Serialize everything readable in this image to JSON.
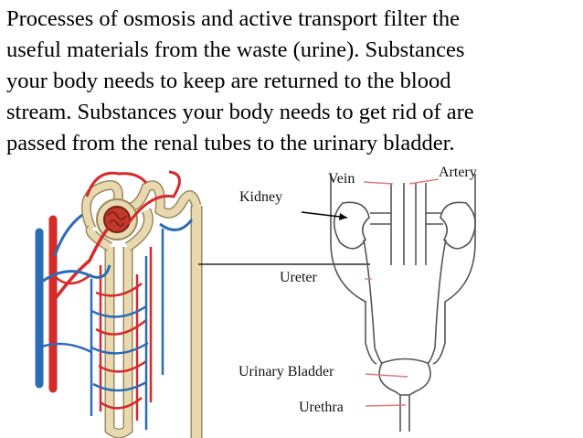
{
  "paragraph": {
    "lines": [
      "Processes of osmosis and active transport filter the",
      "useful materials from the waste (urine).  Substances",
      "your body needs to keep are returned to the blood",
      "stream.  Substances your body needs to get rid of are",
      "passed from the renal tubes to the urinary bladder."
    ]
  },
  "labels": {
    "vein": "Vein",
    "artery": "Artery",
    "kidney": "Kidney",
    "ureter": "Ureter",
    "urinary_bladder": "Urinary Bladder",
    "urethra": "Urethra"
  },
  "colors": {
    "artery": "#d42a2a",
    "vein": "#2b6cb8",
    "tubule": "#e8d9b0",
    "tubule_outline": "#9c8a5c",
    "outline": "#555555",
    "pointer": "#e07a7a"
  }
}
